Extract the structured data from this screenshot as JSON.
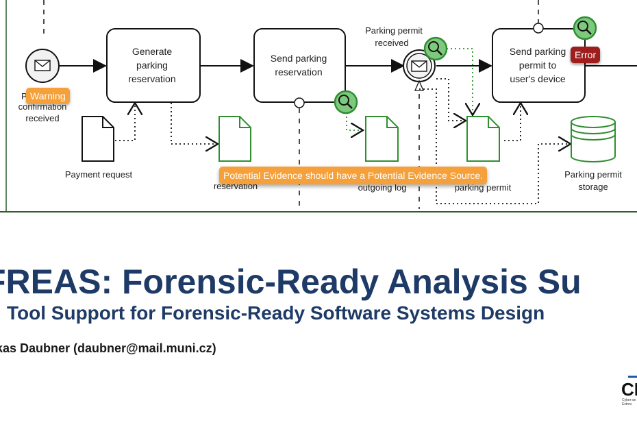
{
  "diagram": {
    "tasks": {
      "generate": [
        "Generate",
        "parking",
        "reservation"
      ],
      "send_reservation": [
        "Send parking",
        "reservation"
      ],
      "send_permit": [
        "Send parking",
        "permit to",
        "user's device"
      ]
    },
    "events": {
      "confirmation_received": [
        "P",
        "confirmation",
        "received"
      ],
      "permit_received": [
        "Parking permit",
        "received"
      ]
    },
    "data_objects": {
      "payment_request": "Payment request",
      "reservation": "reservation",
      "outgoing_log": "outgoing log",
      "parking_permit": "parking permit"
    },
    "data_store": [
      "Parking permit",
      "storage"
    ],
    "badges": {
      "warning": "Warning",
      "error": "Error",
      "tooltip": "Potential Evidence should have a Potential Evidence Source."
    },
    "colors": {
      "lane_border": "#2e5e2e",
      "evidence_green": "#2f8f2f",
      "magnifier_fill": "#7ec97e",
      "warning": "#f5a03a",
      "error": "#9e1d1d"
    },
    "icons": [
      "envelope-icon",
      "magnifier-icon",
      "document-icon",
      "database-icon"
    ]
  },
  "slide": {
    "title": "FREAS: Forensic-Ready Analysis Su",
    "subtitle": "Tool Support for Forensic-Ready Software Systems Design",
    "author": "kas Daubner (daubner@mail.muni.cz)",
    "logo_text": "CH",
    "logo_small": [
      "Cyber-se",
      "Estoni"
    ]
  }
}
